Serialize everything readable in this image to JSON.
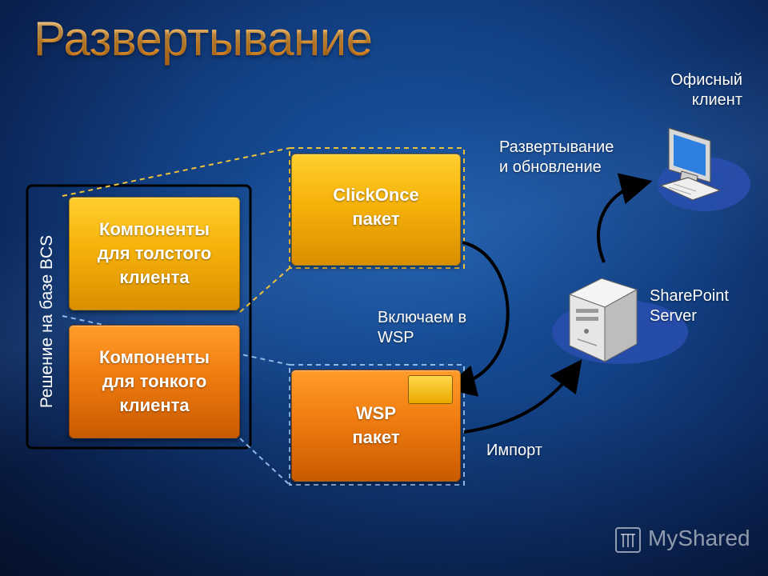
{
  "title": "Развертывание",
  "solution_label": "Решение на базе BCS",
  "boxes": {
    "thick_client": "Компоненты\nдля толстого\nклиента",
    "thin_client": "Компоненты\nдля тонкого\nклиента",
    "clickonce": "ClickOnce\nпакет",
    "wsp": "WSP\nпакет"
  },
  "labels": {
    "include_in_wsp": "Включаем в\nWSP",
    "import": "Импорт",
    "deploy_update": "Развертывание\nи обновление",
    "sharepoint": "SharePoint\nServer",
    "office_client": "Офисный\nклиент"
  },
  "watermark": "MyShared",
  "colors": {
    "gold": "#f6b20a",
    "orange": "#f07c10",
    "title_gradient_top": "#ffe2a8",
    "title_gradient_bottom": "#e07c12"
  }
}
